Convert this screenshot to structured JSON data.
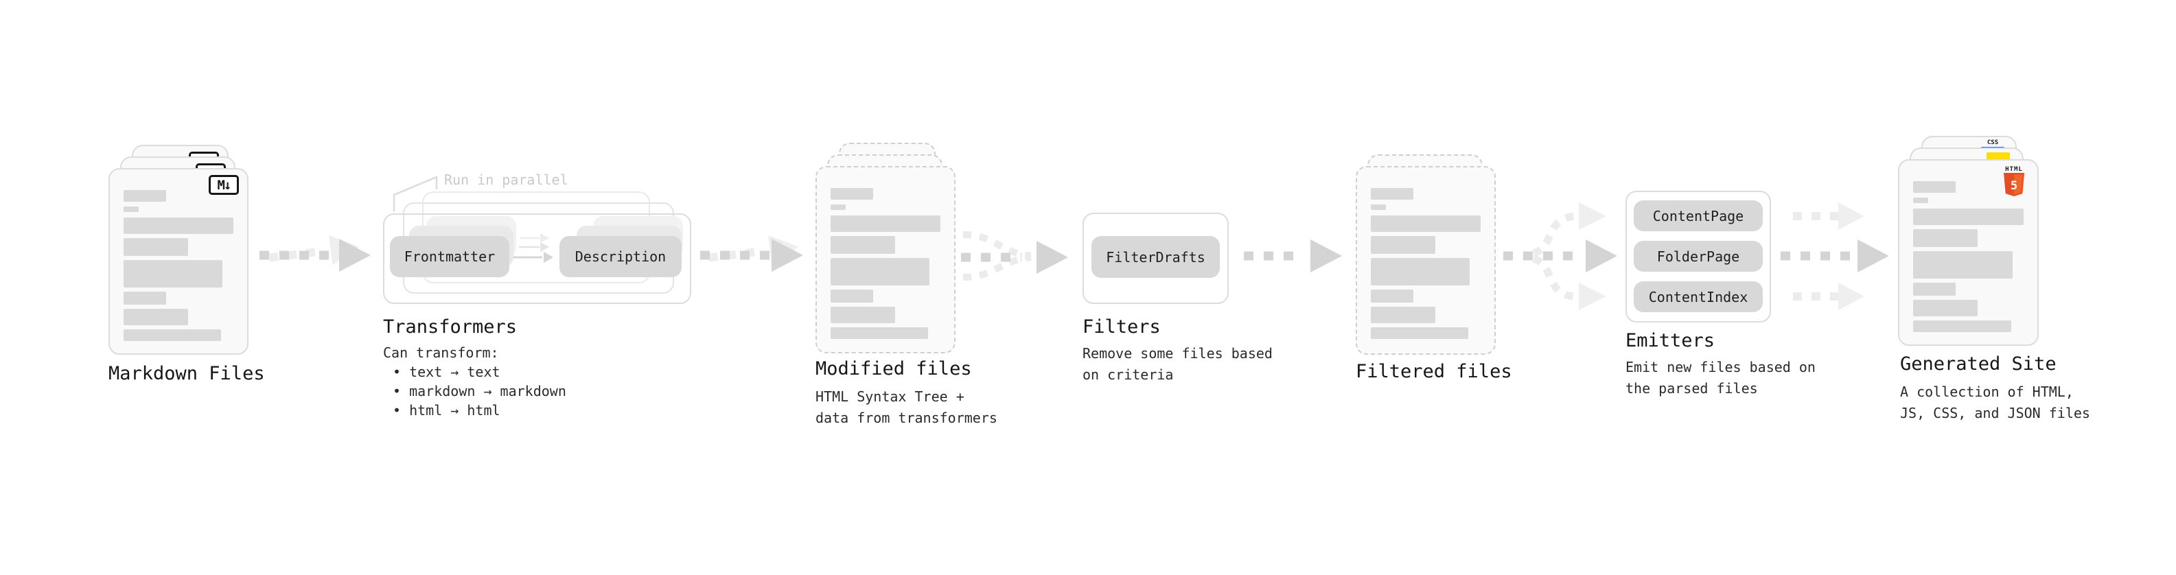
{
  "colors": {
    "arrow_dark": "#d4d4d4",
    "arrow_light": "#ededed",
    "html5_orange": "#e44d26",
    "html5_orange_light": "#f16529",
    "js_yellow": "#ffdd00",
    "css_blue": "#2f6bf2"
  },
  "decor": {
    "file_card_bars": [
      {
        "t": 30,
        "h": 17,
        "w": 31
      },
      {
        "t": 54,
        "h": 8,
        "w": 11
      },
      {
        "t": 70,
        "h": 24,
        "w": 80
      },
      {
        "t": 100,
        "h": 26,
        "w": 47
      },
      {
        "t": 132,
        "h": 40,
        "w": 72
      },
      {
        "t": 178,
        "h": 19,
        "w": 31
      },
      {
        "t": 203,
        "h": 24,
        "w": 47
      },
      {
        "t": 233,
        "h": 17,
        "w": 71
      }
    ]
  },
  "stages": {
    "markdown": {
      "title": "Markdown Files",
      "badge": "M↓"
    },
    "transformers": {
      "title": "Transformers",
      "note": "Run in parallel",
      "pill_left": "Frontmatter",
      "pill_right": "Description",
      "sub": [
        "Can transform:",
        "• text → text",
        "• markdown → markdown",
        "• html → html"
      ]
    },
    "modified": {
      "title": "Modified files",
      "sub": [
        "HTML Syntax Tree +",
        "data from transformers"
      ]
    },
    "filters": {
      "title": "Filters",
      "pill": "FilterDrafts",
      "sub": [
        "Remove some files based",
        "on criteria"
      ]
    },
    "filtered": {
      "title": "Filtered files"
    },
    "emitters": {
      "title": "Emitters",
      "pills": [
        "ContentPage",
        "FolderPage",
        "ContentIndex"
      ],
      "sub": [
        "Emit new files based on",
        "the parsed files"
      ]
    },
    "generated": {
      "title": "Generated Site",
      "badge_top": "HTML",
      "badge_num": "5",
      "css_label": "CSS",
      "sub": [
        "A collection of HTML,",
        "JS, CSS, and JSON files"
      ]
    }
  }
}
